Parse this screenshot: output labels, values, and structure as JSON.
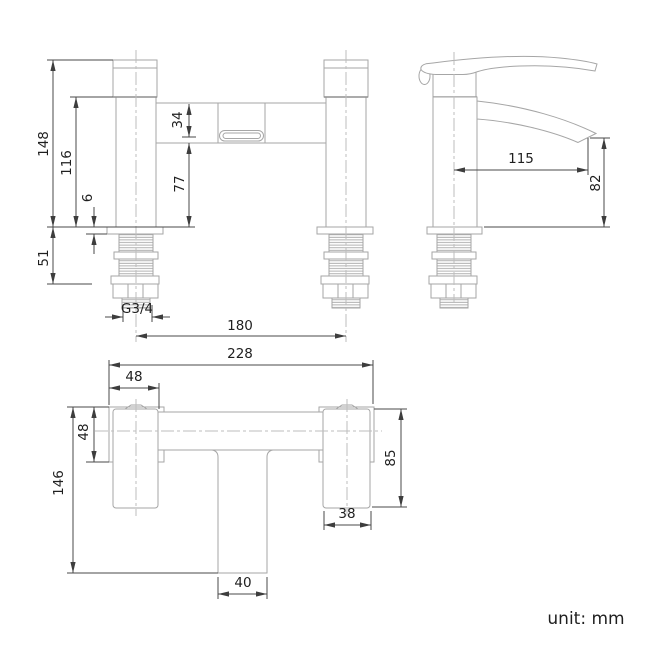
{
  "unit_label": "unit: mm",
  "views": {
    "front": {
      "dims": {
        "total_height": "148",
        "body_height": "116",
        "base_plate": "6",
        "under_deck": "51",
        "spout_body": "34",
        "spout_clearance": "77",
        "thread": "G3/4",
        "centres": "180"
      }
    },
    "side": {
      "dims": {
        "reach": "115",
        "spout_height": "82"
      }
    },
    "plan": {
      "dims": {
        "overall_width": "228",
        "flange_width": "48",
        "flange_depth": "48",
        "overall_depth": "146",
        "body_depth": "85",
        "handle_width": "38",
        "spout_width": "40"
      }
    }
  },
  "colors": {
    "object_line": "#a6a6a6",
    "strong_line": "#8f8f8f",
    "centerline": "#bdbdbd",
    "dimension_line": "#4a4a4a",
    "text": "#1f1f1f",
    "background": "#ffffff"
  }
}
